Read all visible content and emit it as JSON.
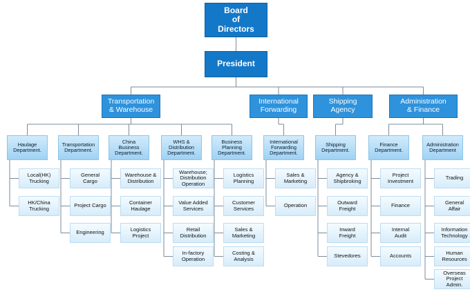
{
  "board": "Board\nof\nDirectors",
  "president": "President",
  "groups": [
    {
      "label": "Transportation\n& Warehouse"
    },
    {
      "label": "International\nForwarding"
    },
    {
      "label": "Shipping\nAgency"
    },
    {
      "label": "Administration\n& Finance"
    }
  ],
  "departments": [
    {
      "label": "Haulage\nDepartment.",
      "units": [
        "Local(HK)\nTrucking",
        "HK/China\nTrucking"
      ]
    },
    {
      "label": "Transportation\nDepartment.",
      "units": [
        "General\nCargo",
        "Project Cargo",
        "Engineering"
      ]
    },
    {
      "label": "China\nBusiness\nDepartment.",
      "units": [
        "Warehouse &\nDistribution",
        "Container\nHaulage",
        "Logistics\nProject"
      ]
    },
    {
      "label": "WHS &\nDistribution\nDepartment.",
      "units": [
        "Warehouse;\nDistribution\nOperation",
        "Value Added\nServices",
        "Retail\nDistribution",
        "In-factory\nOperation"
      ]
    },
    {
      "label": "Business\nPlanning\nDepartment.",
      "units": [
        "Logistics\nPlanning",
        "Customer\nServices",
        "Sales &\nMarketing",
        "Costing &\nAnalysis"
      ]
    },
    {
      "label": "International\nForwarding\nDepartment.",
      "units": [
        "Sales &\nMarketing",
        "Operation"
      ]
    },
    {
      "label": "Shipping\nDepartment.",
      "units": [
        "Agency &\nShipbroking",
        "Outward\nFreight",
        "Inward\nFreight",
        "Stevedores"
      ]
    },
    {
      "label": "Finance\nDepartment.",
      "units": [
        "Project\nInvestment",
        "Finance",
        "Internal\nAudit",
        "Accounts"
      ]
    },
    {
      "label": "Administration\nDepartment",
      "units": [
        "Trading",
        "General\nAffair",
        "Information\nTechnology",
        "Human\nResources",
        "Overseas\nProject\nAdmin."
      ]
    }
  ],
  "colors": {
    "top_box": "#1478c8",
    "group_box": "#2e92dc",
    "department_box": "#a8d6f5",
    "unit_box": "#e6f4fd",
    "connector": "#7a8a99"
  }
}
